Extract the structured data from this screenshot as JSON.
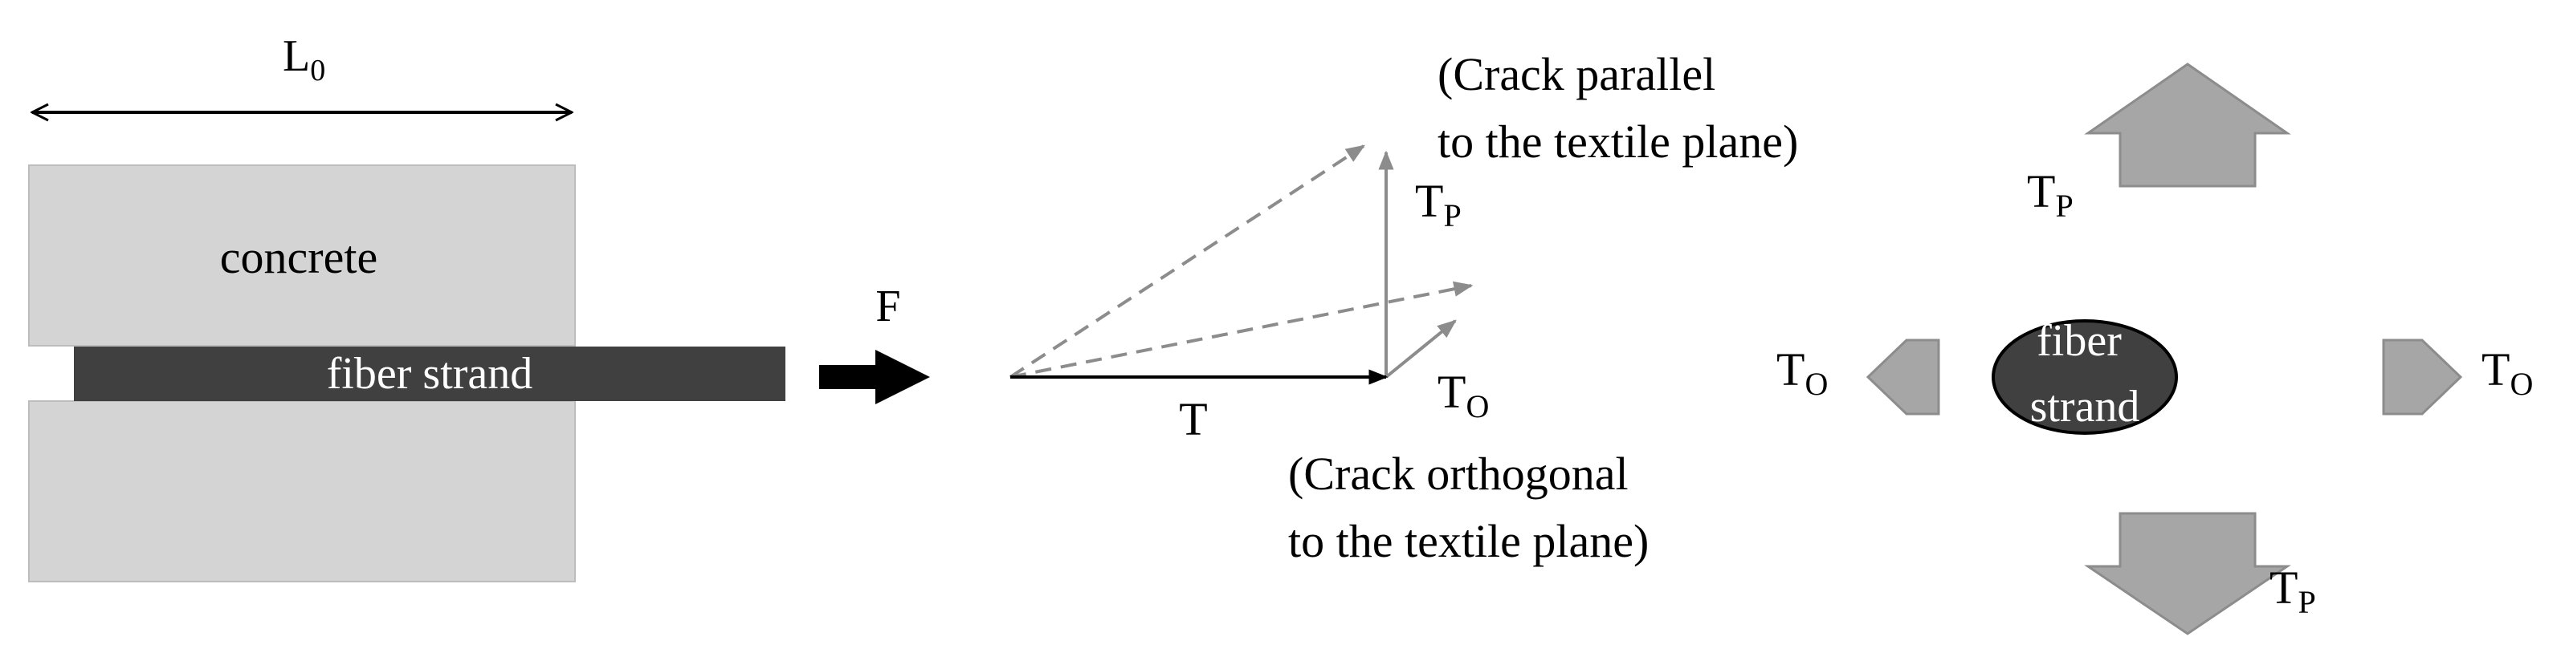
{
  "labels": {
    "length": "L",
    "length_sub": "0",
    "concrete": "concrete",
    "fiber_strand_bar": "fiber strand",
    "force": "F",
    "tension": "T",
    "t_parallel": "T",
    "t_parallel_sub": "P",
    "t_orthogonal": "T",
    "t_orthogonal_sub": "O",
    "crack_parallel_line1": "(Crack parallel",
    "crack_parallel_line2": "to the textile plane)",
    "crack_orthogonal_line1": "(Crack orthogonal",
    "crack_orthogonal_line2": "to the textile plane)",
    "ellipse_line1": "fiber",
    "ellipse_line2": "strand",
    "left_to": "T",
    "left_to_sub": "O",
    "right_to": "T",
    "right_to_sub": "O",
    "top_tp": "T",
    "top_tp_sub": "P",
    "bottom_tp": "T",
    "bottom_tp_sub": "P"
  },
  "colors": {
    "concrete_fill": "#d4d4d4",
    "strand_fill": "#404040",
    "arrow_gray": "#a6a6a6",
    "dashed_gray": "#8c8c8c",
    "black": "#000000",
    "white": "#ffffff"
  }
}
